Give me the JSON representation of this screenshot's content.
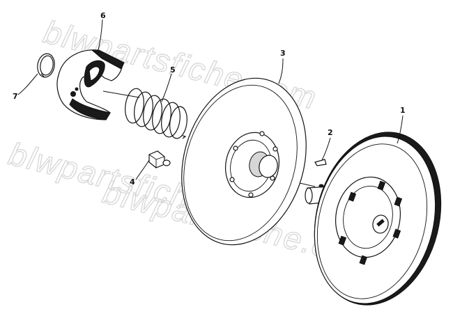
{
  "watermark": {
    "text": "blwpartsfiche.com",
    "color": "#d9d9d9"
  },
  "callouts": [
    {
      "id": "1",
      "label": "1"
    },
    {
      "id": "2",
      "label": "2"
    },
    {
      "id": "3",
      "label": "3"
    },
    {
      "id": "4",
      "label": "4"
    },
    {
      "id": "5",
      "label": "5"
    },
    {
      "id": "6",
      "label": "6"
    },
    {
      "id": "7",
      "label": "7"
    }
  ]
}
